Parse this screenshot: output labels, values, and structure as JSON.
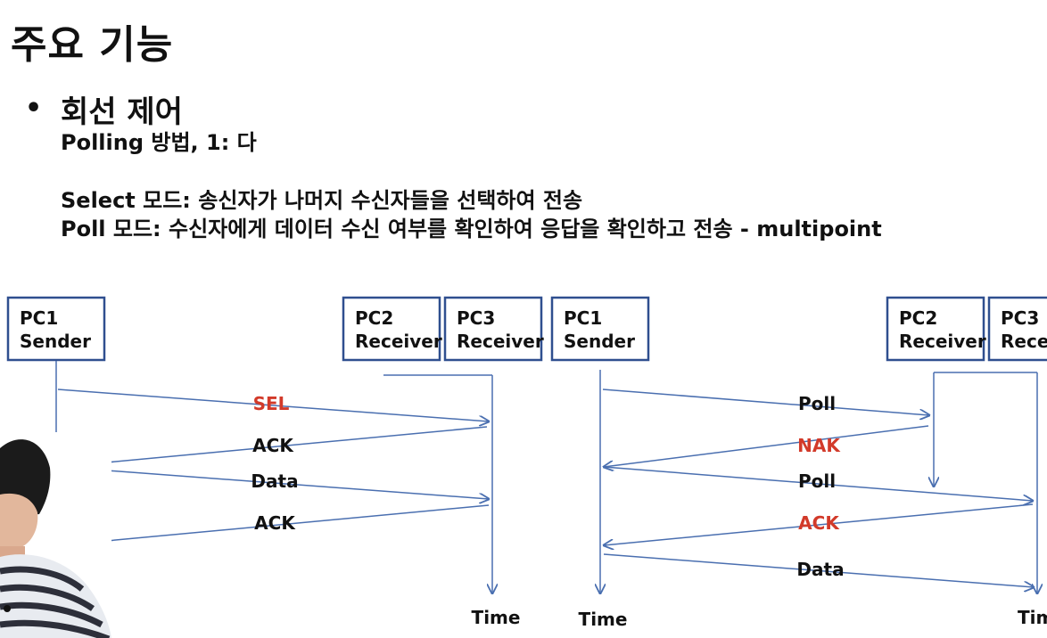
{
  "slide": {
    "title": "주요 기능",
    "bullet": "•",
    "heading": "회선 제어",
    "line1": "Polling 방법, 1: 다",
    "line2": "Select 모드: 송신자가 나머지 수신자들을 선택하여 전송",
    "line3": "Poll 모드: 수신자에게 데이터 수신 여부를 확인하여 응답을 확인하고 전송 - multipoint"
  },
  "colors": {
    "arrow": "#4a6fb0",
    "box": "#2f4f8f",
    "highlight": "#d23a2a",
    "text": "#111111"
  },
  "diagrams": [
    {
      "name": "select",
      "boxes": [
        {
          "line1": "PC1",
          "line2": "Sender"
        },
        {
          "line1": "PC2",
          "line2": "Receiver"
        },
        {
          "line1": "PC3",
          "line2": "Receiver"
        }
      ],
      "messages": [
        {
          "label": "SEL",
          "highlight": true
        },
        {
          "label": "ACK",
          "highlight": false
        },
        {
          "label": "Data",
          "highlight": false
        },
        {
          "label": "ACK",
          "highlight": false
        }
      ],
      "time_labels": [
        "Time"
      ]
    },
    {
      "name": "poll",
      "boxes": [
        {
          "line1": "PC1",
          "line2": "Sender"
        },
        {
          "line1": "PC2",
          "line2": "Receiver"
        },
        {
          "line1": "PC3",
          "line2": "Recei"
        }
      ],
      "messages": [
        {
          "label": "Poll",
          "highlight": false
        },
        {
          "label": "NAK",
          "highlight": true
        },
        {
          "label": "Poll",
          "highlight": false
        },
        {
          "label": "ACK",
          "highlight": true
        },
        {
          "label": "Data",
          "highlight": false
        }
      ],
      "time_labels": [
        "Time",
        "Tim"
      ]
    }
  ]
}
